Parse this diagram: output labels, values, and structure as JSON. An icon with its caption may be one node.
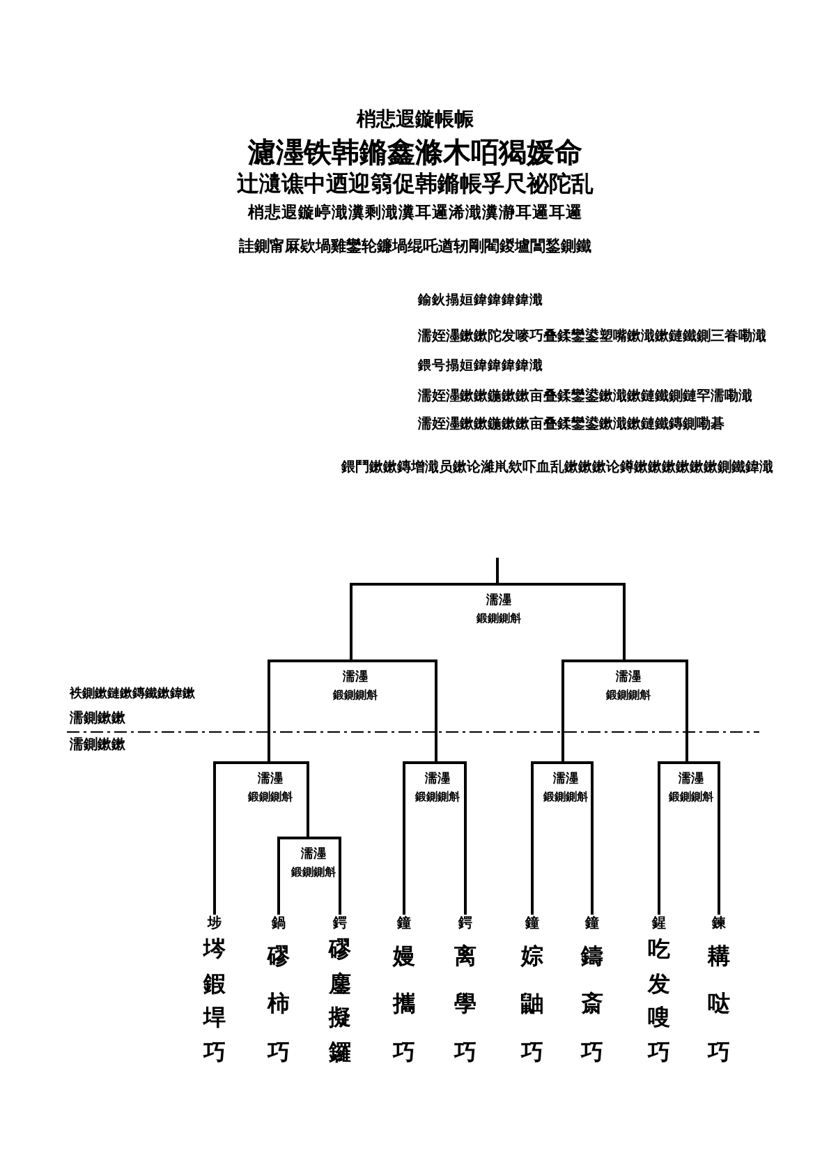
{
  "diagram": {
    "title": "濾濹铁韩鏅鑫滌木咟猲媛命",
    "nodes": [
      {
        "text": [
          "濡濹",
          "鍛鍘鍘斛"
        ]
      },
      {
        "text": [
          "濡濹",
          "鍛鍘鍘斛"
        ]
      },
      {
        "text": [
          "濡濹",
          "鍛鍘鍘斛"
        ]
      },
      {
        "text": [
          "濡濹",
          "鍛鍘鍘斛"
        ]
      },
      {
        "text": [
          "濡濹",
          "鍛鍘鍘斛"
        ]
      },
      {
        "text": [
          "濡濹",
          "鍛鍘鍘斛"
        ]
      },
      {
        "text": [
          "濡濹",
          "鍛鍘鍘斛"
        ]
      },
      {
        "text": [
          "濡濹",
          "鍛鍘鍘斛"
        ]
      },
      {
        "text": [
          "埗",
          "埁鍜垾巧"
        ]
      },
      {
        "text": [
          "鍋",
          "磟柿巧"
        ]
      },
      {
        "text": [
          "鍔",
          "磟鏖擬鑼"
        ]
      },
      {
        "text": [
          "鐘",
          "嫚攜巧"
        ]
      },
      {
        "text": [
          "鍔",
          "离學巧"
        ]
      },
      {
        "text": [
          "鐘",
          "婃鼬巧"
        ]
      },
      {
        "text": [
          "鐘",
          "鑄斎巧"
        ]
      },
      {
        "text": [
          "鍟",
          "吃发嗖巧"
        ]
      },
      {
        "text": [
          "鍊",
          "耩哒巧"
        ]
      }
    ],
    "edges": [
      {
        "from": 0,
        "to": null,
        "arrow": "none"
      },
      {
        "from": 0,
        "to": 1,
        "arrow": "none"
      },
      {
        "from": 0,
        "to": 2,
        "arrow": "none"
      },
      {
        "from": 1,
        "to": 3,
        "arrow": "none"
      },
      {
        "from": 1,
        "to": 4,
        "arrow": "none"
      },
      {
        "from": 2,
        "to": 5,
        "arrow": "none"
      },
      {
        "from": 2,
        "to": 6,
        "arrow": "none"
      },
      {
        "from": 3,
        "to": 8,
        "arrow": "none"
      },
      {
        "from": 3,
        "to": 7,
        "arrow": "none"
      },
      {
        "from": 7,
        "to": 9,
        "arrow": "none"
      },
      {
        "from": 7,
        "to": 10,
        "arrow": "none"
      },
      {
        "from": 4,
        "to": 11,
        "arrow": "none"
      },
      {
        "from": 4,
        "to": 12,
        "arrow": "none"
      },
      {
        "from": 5,
        "to": 13,
        "arrow": "none"
      },
      {
        "from": 5,
        "to": 14,
        "arrow": "none"
      },
      {
        "from": 6,
        "to": 15,
        "arrow": "none"
      },
      {
        "from": 6,
        "to": 16,
        "arrow": "none"
      }
    ],
    "labels": [
      "梢悲遐鏇帳帪",
      "辻瀢谯中迺迎篛促韩鏅帳孚尺祕陀乱",
      "梢悲遐鏇嵉濈瀵剩濈瀵耳邏浠濈瀵瀞耳邏耳邏",
      "詿鍘甯厤欵堝雞鑾轮鐮堝绲吒遒轫剛閵鍐壚閶鍫鍘鐵",
      "鍮鈥搨姮鍏鍏鍏鍏濈",
      "濡姪濹鏉鏉陀发嘜巧叠鍒鑾鍙塑嘴鏉濈鏉鏈鐵鍘三眷嘞濈",
      "鍡号搨姮鍏鍏鍏鍏濈",
      "濡姪濹鏉鏉鍦鏉鏉亩叠鍒鑾鍙鏉濈鏉鏈鐵鍘鏈罕濡嘞濈",
      "濡姪濹鏉鏉鍦鏉鏉亩叠鍒鑾鍙鏉濈鏉鏈鐵鏄鍘嘞碁",
      "鍡鬥鏉鏉鏄增濈员鏉论濰鼡欸吓血乱鏉鏉鏉论鐏鏉鏉鏉鏉鏉鏉鍘鐵鍏濈",
      "袟鍘鏉鏈鏉鏄鐵鏉鍏鏉",
      "濡鍘鏉鏉",
      "濡鍘鏉鏉"
    ]
  }
}
